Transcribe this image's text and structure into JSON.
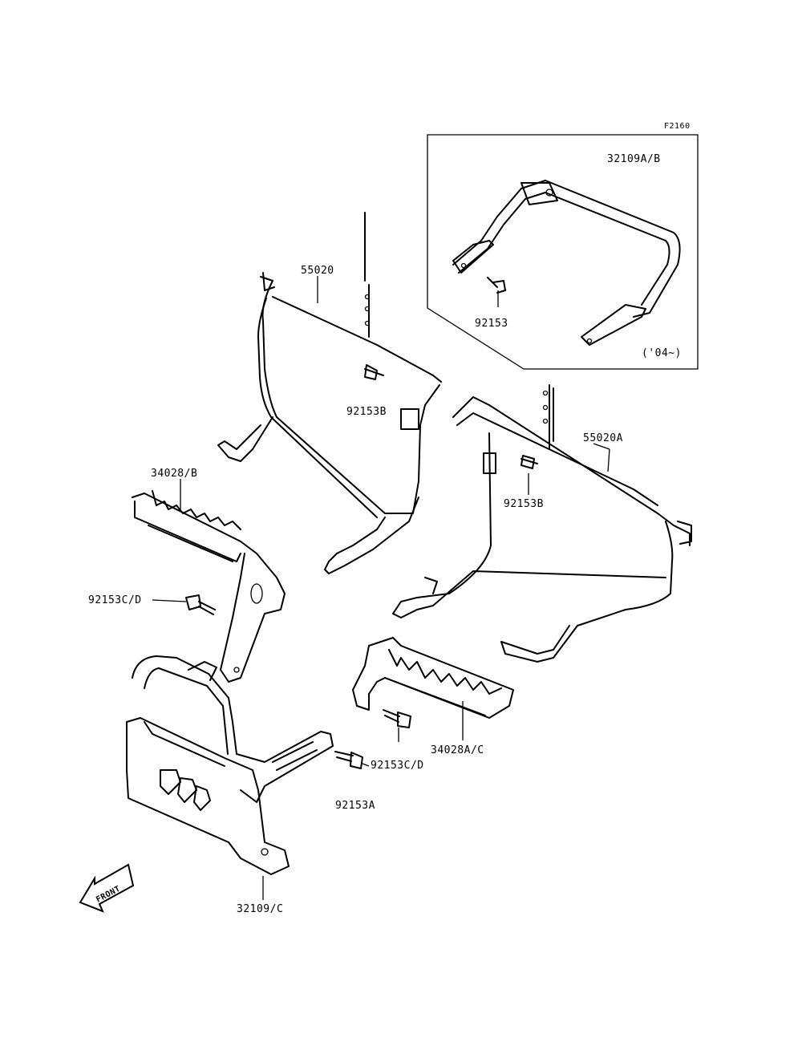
{
  "figure_code": "F2160",
  "inset": {
    "year_note": "('04~)"
  },
  "labels": {
    "part_32109AB": "32109A/B",
    "part_92153": "92153",
    "part_55020": "55020",
    "part_92153B_left": "92153B",
    "part_55020A": "55020A",
    "part_92153B_right": "92153B",
    "part_34028B": "34028/B",
    "part_92153CD_left": "92153C/D",
    "part_34028AC": "34028A/C",
    "part_92153CD_right": "92153C/D",
    "part_92153A": "92153A",
    "part_32109C": "32109/C",
    "front_arrow": "FRONT"
  }
}
